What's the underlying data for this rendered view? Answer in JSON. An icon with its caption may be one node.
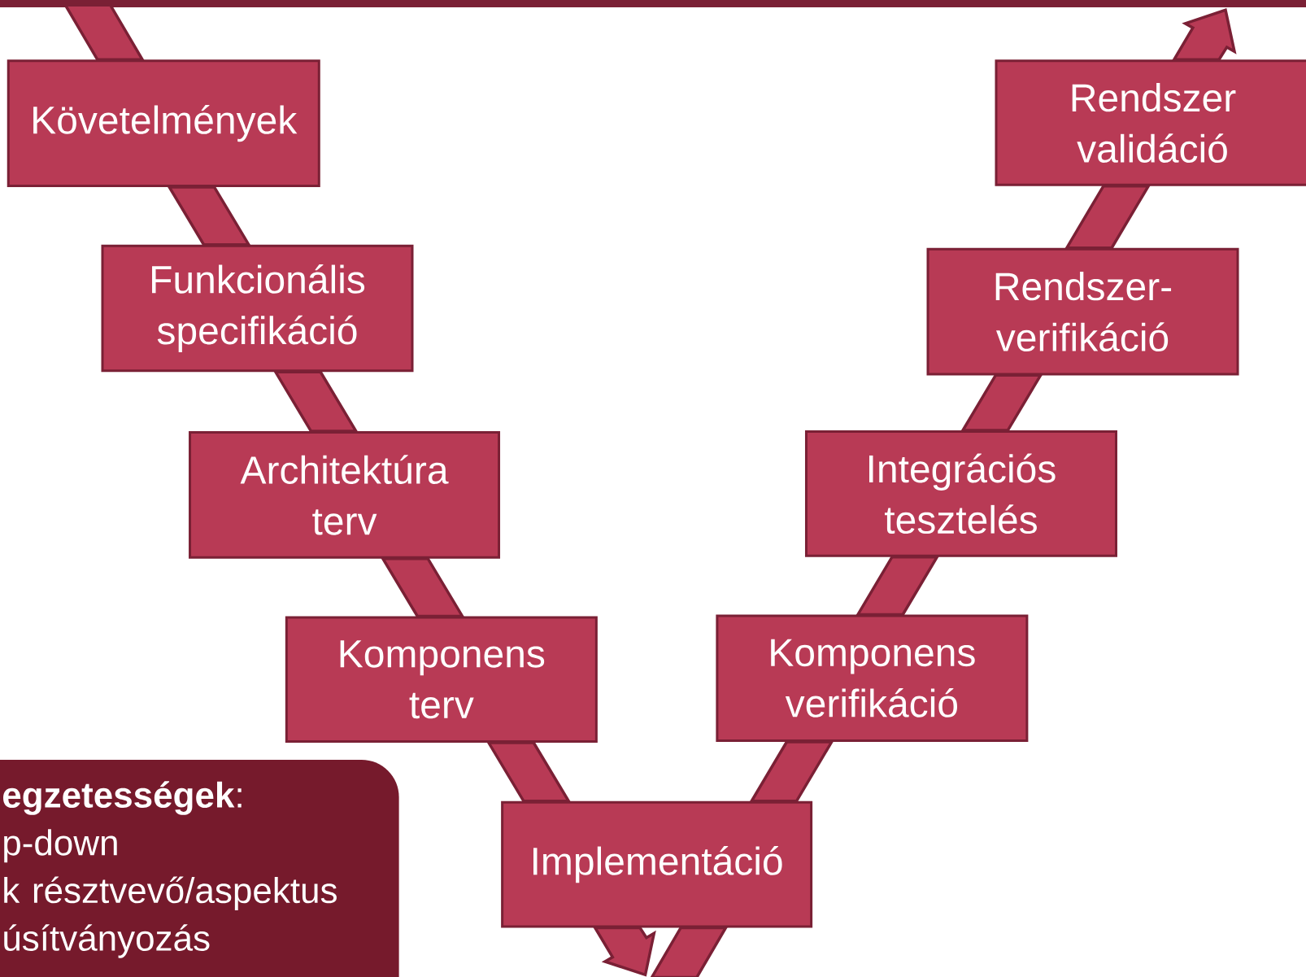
{
  "diagram": {
    "nodes": [
      {
        "text": [
          "Követelmények"
        ]
      },
      {
        "text": [
          "Funkcionális specifikáció"
        ]
      },
      {
        "text": [
          "Architektúra terv"
        ]
      },
      {
        "text": [
          "Komponens terv"
        ]
      },
      {
        "text": [
          "Implementáció"
        ]
      },
      {
        "text": [
          "Komponens verifikáció"
        ]
      },
      {
        "text": [
          "Integrációs tesztelés"
        ]
      },
      {
        "text": [
          "Rendszer-verifikáció"
        ]
      },
      {
        "text": [
          "Rendszer validáció"
        ]
      },
      {
        "text": [
          "**egzetességek**:",
          "p-down",
          "k résztvevő/aspektus",
          "úsítványozás"
        ]
      }
    ],
    "edges": [
      {
        "from": null,
        "to": 0,
        "arrow": "none"
      },
      {
        "from": 0,
        "to": 1,
        "arrow": "none"
      },
      {
        "from": 1,
        "to": 2,
        "arrow": "none"
      },
      {
        "from": 2,
        "to": 3,
        "arrow": "none"
      },
      {
        "from": 3,
        "to": 4,
        "arrow": "none"
      },
      {
        "from": 4,
        "to": null,
        "arrow": "to"
      },
      {
        "from": null,
        "to": 4,
        "arrow": "none"
      },
      {
        "from": 4,
        "to": 5,
        "arrow": "none"
      },
      {
        "from": 5,
        "to": 6,
        "arrow": "none"
      },
      {
        "from": 6,
        "to": 7,
        "arrow": "none"
      },
      {
        "from": 7,
        "to": 8,
        "arrow": "none"
      },
      {
        "from": 8,
        "to": null,
        "arrow": "to"
      }
    ]
  }
}
